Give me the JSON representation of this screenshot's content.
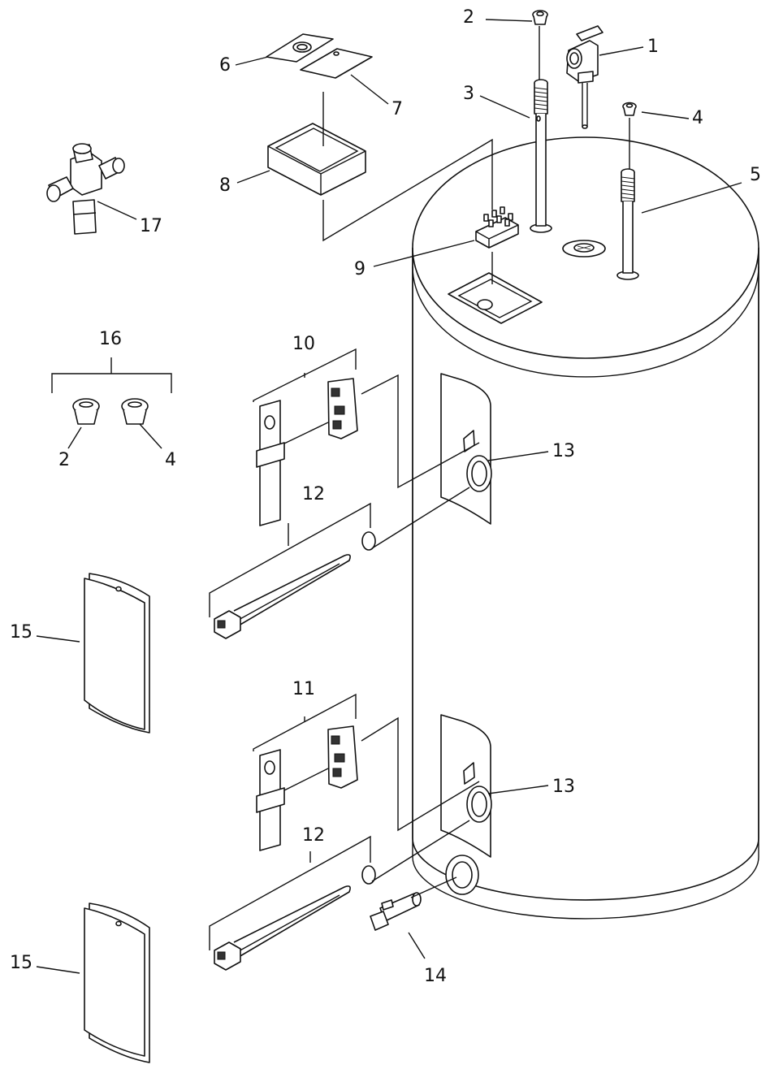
{
  "callouts": [
    {
      "id": "c1",
      "text": "1"
    },
    {
      "id": "c2a",
      "text": "2"
    },
    {
      "id": "c3",
      "text": "3"
    },
    {
      "id": "c4a",
      "text": "4"
    },
    {
      "id": "c5",
      "text": "5"
    },
    {
      "id": "c6",
      "text": "6"
    },
    {
      "id": "c7",
      "text": "7"
    },
    {
      "id": "c8",
      "text": "8"
    },
    {
      "id": "c9",
      "text": "9"
    },
    {
      "id": "c10",
      "text": "10"
    },
    {
      "id": "c11",
      "text": "11"
    },
    {
      "id": "c12a",
      "text": "12"
    },
    {
      "id": "c12b",
      "text": "12"
    },
    {
      "id": "c13a",
      "text": "13"
    },
    {
      "id": "c13b",
      "text": "13"
    },
    {
      "id": "c14",
      "text": "14"
    },
    {
      "id": "c15a",
      "text": "15"
    },
    {
      "id": "c15b",
      "text": "15"
    },
    {
      "id": "c16",
      "text": "16"
    },
    {
      "id": "c2b",
      "text": "2"
    },
    {
      "id": "c4b",
      "text": "4"
    },
    {
      "id": "c17",
      "text": "17"
    }
  ]
}
